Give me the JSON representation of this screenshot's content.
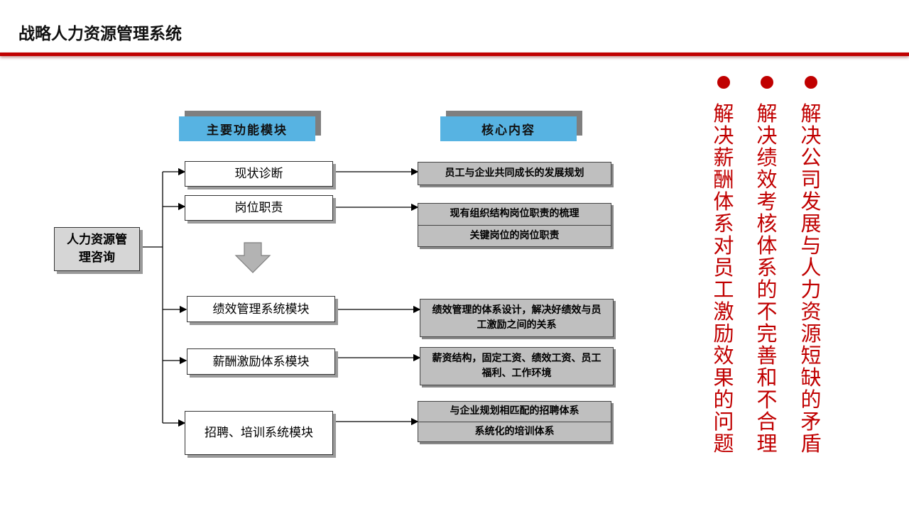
{
  "title": "战略人力资源管理系统",
  "headers": {
    "modules": "主要功能模块",
    "content": "核心内容"
  },
  "root_label": "人力资源管理咨询",
  "modules": [
    {
      "label": "现状诊断"
    },
    {
      "label": "岗位职责"
    },
    {
      "label": "绩效管理系统模块"
    },
    {
      "label": "薪酬激励体系模块"
    },
    {
      "label": "招聘、培训系统模块"
    }
  ],
  "contents": {
    "c1": "员工与企业共同成长的发展规划",
    "c2": [
      "现有组织结构岗位职责的梳理",
      "关键岗位的岗位职责"
    ],
    "c3": "绩效管理的体系设计，解决好绩效与员工激励之间的关系",
    "c4": "薪资结构，固定工资、绩效工资、员工福利、工作环境",
    "c5": [
      "与企业规划相匹配的招聘体系",
      "系统化的培训体系"
    ]
  },
  "problems": [
    "解决薪酬体系对员工激励效果的问题",
    "解决绩效考核体系的不完善和不合理",
    "解决公司发展与人力资源短缺的矛盾"
  ],
  "colors": {
    "accent": "#c00000",
    "header_fill": "#57b3e2",
    "content_fill": "#bfbfbf"
  }
}
